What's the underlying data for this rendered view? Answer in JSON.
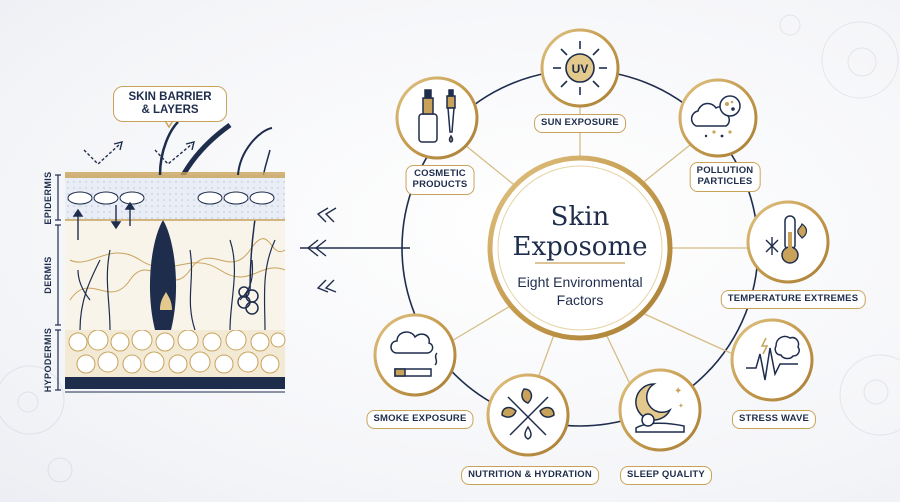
{
  "callout": {
    "line1": "SKIN BARRIER",
    "line2": "& LAYERS"
  },
  "layers": {
    "epidermis": "EPIDERMIS",
    "dermis": "DERMIS",
    "hypodermis": "HYPODERMIS"
  },
  "center": {
    "title1": "Skin",
    "title2": "Exposome",
    "subtitle1": "Eight Environmental",
    "subtitle2": "Factors"
  },
  "factors": {
    "sun": {
      "label": "SUN EXPOSURE",
      "icon": "uv-sun-icon",
      "badge": "UV"
    },
    "pollution": {
      "label1": "POLLUTION",
      "label2": "PARTICLES",
      "icon": "pollution-cloud-icon"
    },
    "temperature": {
      "label": "TEMPERATURE EXTREMES",
      "icon": "thermometer-icon"
    },
    "stress": {
      "label": "STRESS WAVE",
      "icon": "brain-wave-icon"
    },
    "sleep": {
      "label": "SLEEP QUALITY",
      "icon": "moon-sleep-icon"
    },
    "nutrition": {
      "label": "NUTRITION & HYDRATION",
      "icon": "leaf-utensils-icon"
    },
    "smoke": {
      "label": "SMOKE EXPOSURE",
      "icon": "cigarette-smoke-icon"
    },
    "cosmetic": {
      "label1": "COSMETIC",
      "label2": "PRODUCTS",
      "icon": "dropper-bottle-icon"
    }
  },
  "colors": {
    "navy": "#1f2d4d",
    "gold": "#c9a25a",
    "cream": "#f3ead6"
  }
}
